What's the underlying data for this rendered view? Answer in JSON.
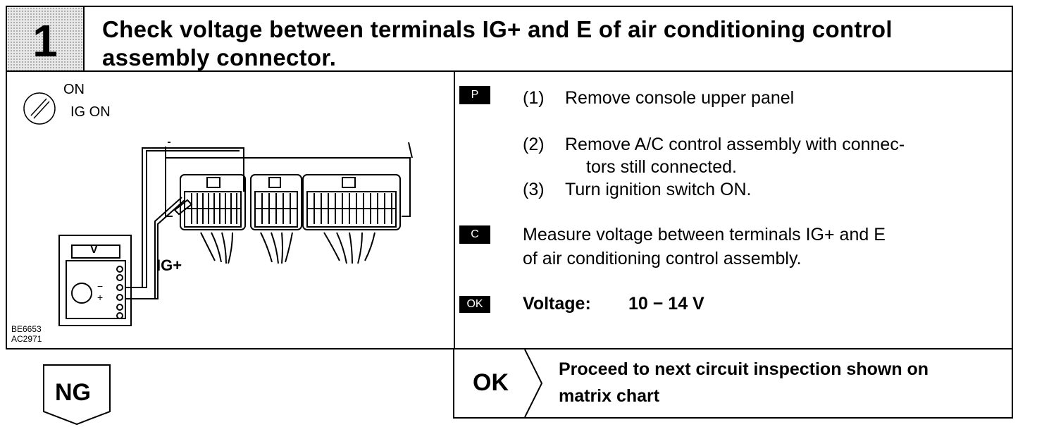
{
  "step": {
    "number": "1",
    "title": "Check voltage between terminals IG+ and E of air conditioning control assembly connector."
  },
  "diagram": {
    "switch_on": "ON",
    "switch_ig_on": "IG ON",
    "meter_label": "V",
    "minus": "−",
    "plus": "+",
    "terminal_label": "IG+",
    "ref_code_1": "BE6653",
    "ref_code_2": "AC2971"
  },
  "procedure": {
    "prep_tag": "P",
    "steps": [
      {
        "num": "(1)",
        "text": "Remove console upper panel"
      },
      {
        "num": "(2)",
        "text": "Remove A/C control assembly with connec-",
        "text2": "tors still connected."
      },
      {
        "num": "(3)",
        "text": "Turn ignition switch ON."
      }
    ],
    "check_tag": "C",
    "check_text_1": "Measure voltage between terminals IG+ and E",
    "check_text_2": "of air conditioning control assembly.",
    "ok_tag": "OK",
    "spec_label": "Voltage:",
    "spec_value": "10 − 14 V"
  },
  "results": {
    "ng_label": "NG",
    "ok_label": "OK",
    "ok_text_1": "Proceed to next circuit inspection shown on",
    "ok_text_2": "matrix chart"
  }
}
